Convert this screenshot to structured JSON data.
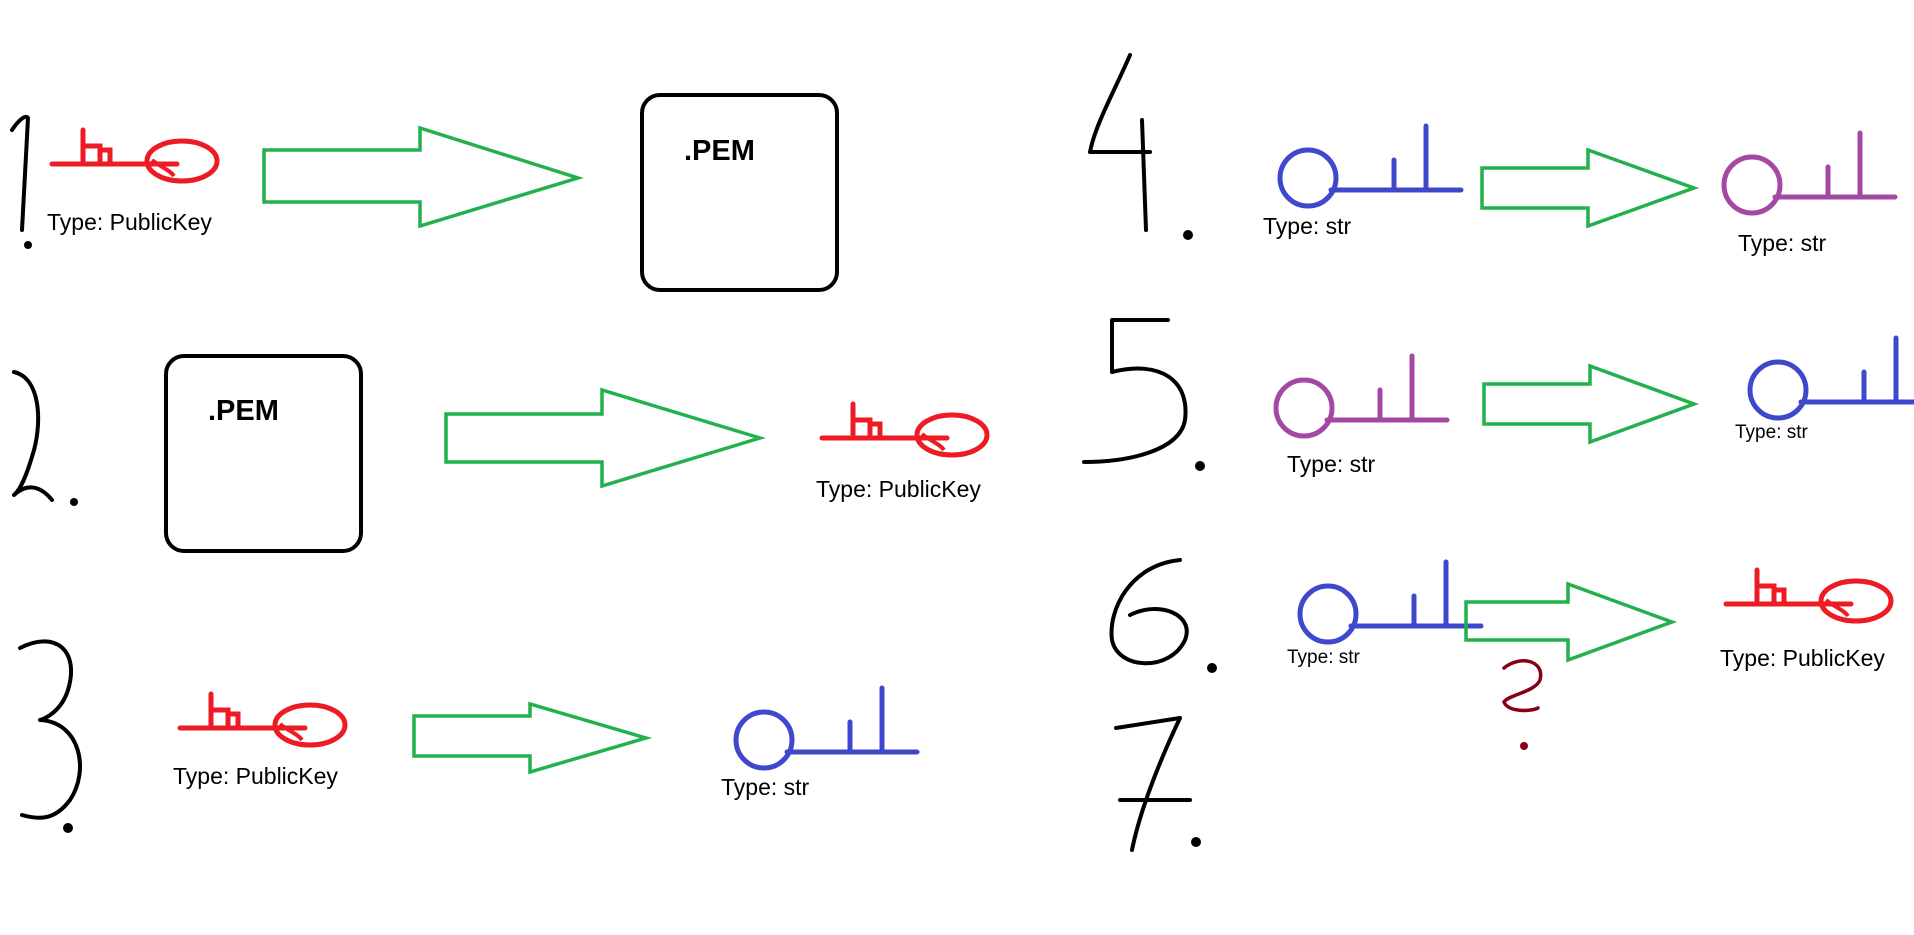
{
  "colors": {
    "public_key": "#ed1c24",
    "str_blue": "#3f48cc",
    "str_purple": "#a349a4",
    "arrow": "#22b14c",
    "question": "#880015"
  },
  "labels": {
    "public_key": "Type: PublicKey",
    "str": "Type: str",
    "pem": ".PEM"
  },
  "steps": [
    {
      "number": "1",
      "from": "PublicKey key (red)",
      "to": "PEM file"
    },
    {
      "number": "2",
      "from": "PEM file",
      "to": "PublicKey key (red)"
    },
    {
      "number": "3",
      "from": "PublicKey key (red)",
      "to": "str key (blue)"
    },
    {
      "number": "4",
      "from": "str key (blue)",
      "to": "str key (purple)"
    },
    {
      "number": "5",
      "from": "str key (purple)",
      "to": "str key (blue)"
    },
    {
      "number": "6",
      "from": "str key (blue)",
      "to": "PublicKey key (red)"
    },
    {
      "number": "7"
    }
  ],
  "question_mark": "?"
}
